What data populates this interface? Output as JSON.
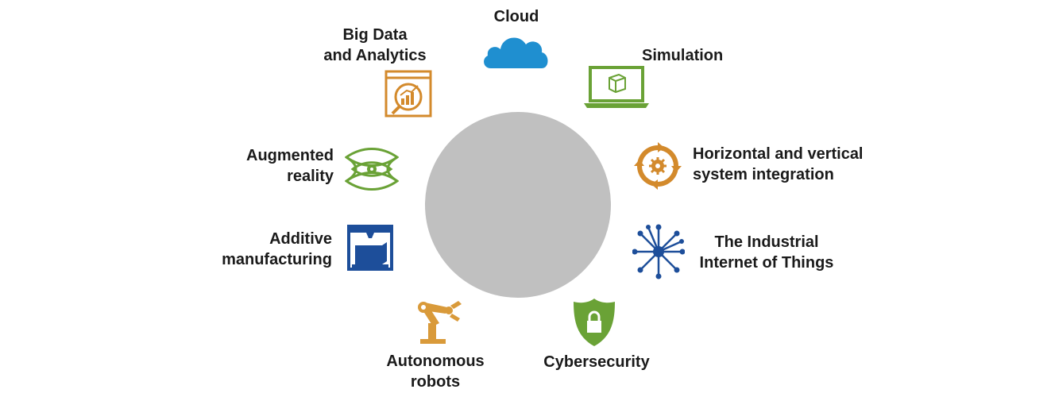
{
  "diagram": {
    "nodes": [
      {
        "id": "cloud",
        "label": "Cloud",
        "icon": "cloud-icon",
        "color": "#1f8fd0"
      },
      {
        "id": "simulation",
        "label": "Simulation",
        "icon": "laptop-cube-icon",
        "color": "#6aa236"
      },
      {
        "id": "integration",
        "label": "Horizontal and vertical\nsystem integration",
        "icon": "cycle-gear-icon",
        "color": "#d38a2c"
      },
      {
        "id": "iiot",
        "label": "The Industrial\nInternet of Things",
        "icon": "network-hub-icon",
        "color": "#1d4e9a"
      },
      {
        "id": "cybersecurity",
        "label": "Cybersecurity",
        "icon": "shield-lock-icon",
        "color": "#6aa236"
      },
      {
        "id": "robots",
        "label": "Autonomous\nrobots",
        "icon": "robot-arm-icon",
        "color": "#d99a3a"
      },
      {
        "id": "additive",
        "label": "Additive\nmanufacturing",
        "icon": "3d-printer-icon",
        "color": "#1d4e9a"
      },
      {
        "id": "ar",
        "label": "Augmented\nreality",
        "icon": "eye-mesh-icon",
        "color": "#6aa236"
      },
      {
        "id": "bigdata",
        "label": "Big Data\nand Analytics",
        "icon": "analytics-window-icon",
        "color": "#d38a2c"
      }
    ],
    "center_color": "#c0c0c0"
  }
}
